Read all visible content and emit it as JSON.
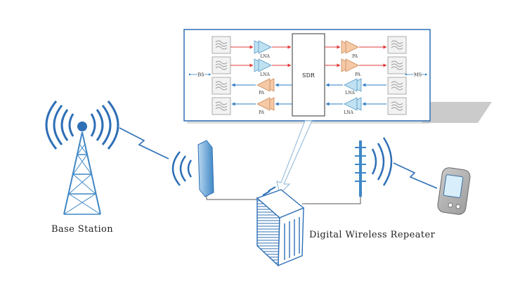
{
  "labels": {
    "base_station": "Base Station",
    "repeater": "Digital Wireless Repeater",
    "sdr": "SDR",
    "bs_port": "BS",
    "ms_port": "MS"
  },
  "amplifiers": {
    "uplink_left": [
      "LNA",
      "LNA"
    ],
    "downlink_left": [
      "PA",
      "PA"
    ],
    "uplink_right": [
      "PA",
      "PA"
    ],
    "downlink_right": [
      "LNA",
      "LNA"
    ]
  },
  "colors": {
    "tower_blue": "#2e6fb6",
    "antenna_blue": "#3f87c6",
    "signal_red": "#e23a3a",
    "signal_blue": "#2f7cc4",
    "panel_border": "#2f6fb5",
    "lna_fill": "#bfe1f1",
    "pa_fill": "#f5c9a6"
  }
}
